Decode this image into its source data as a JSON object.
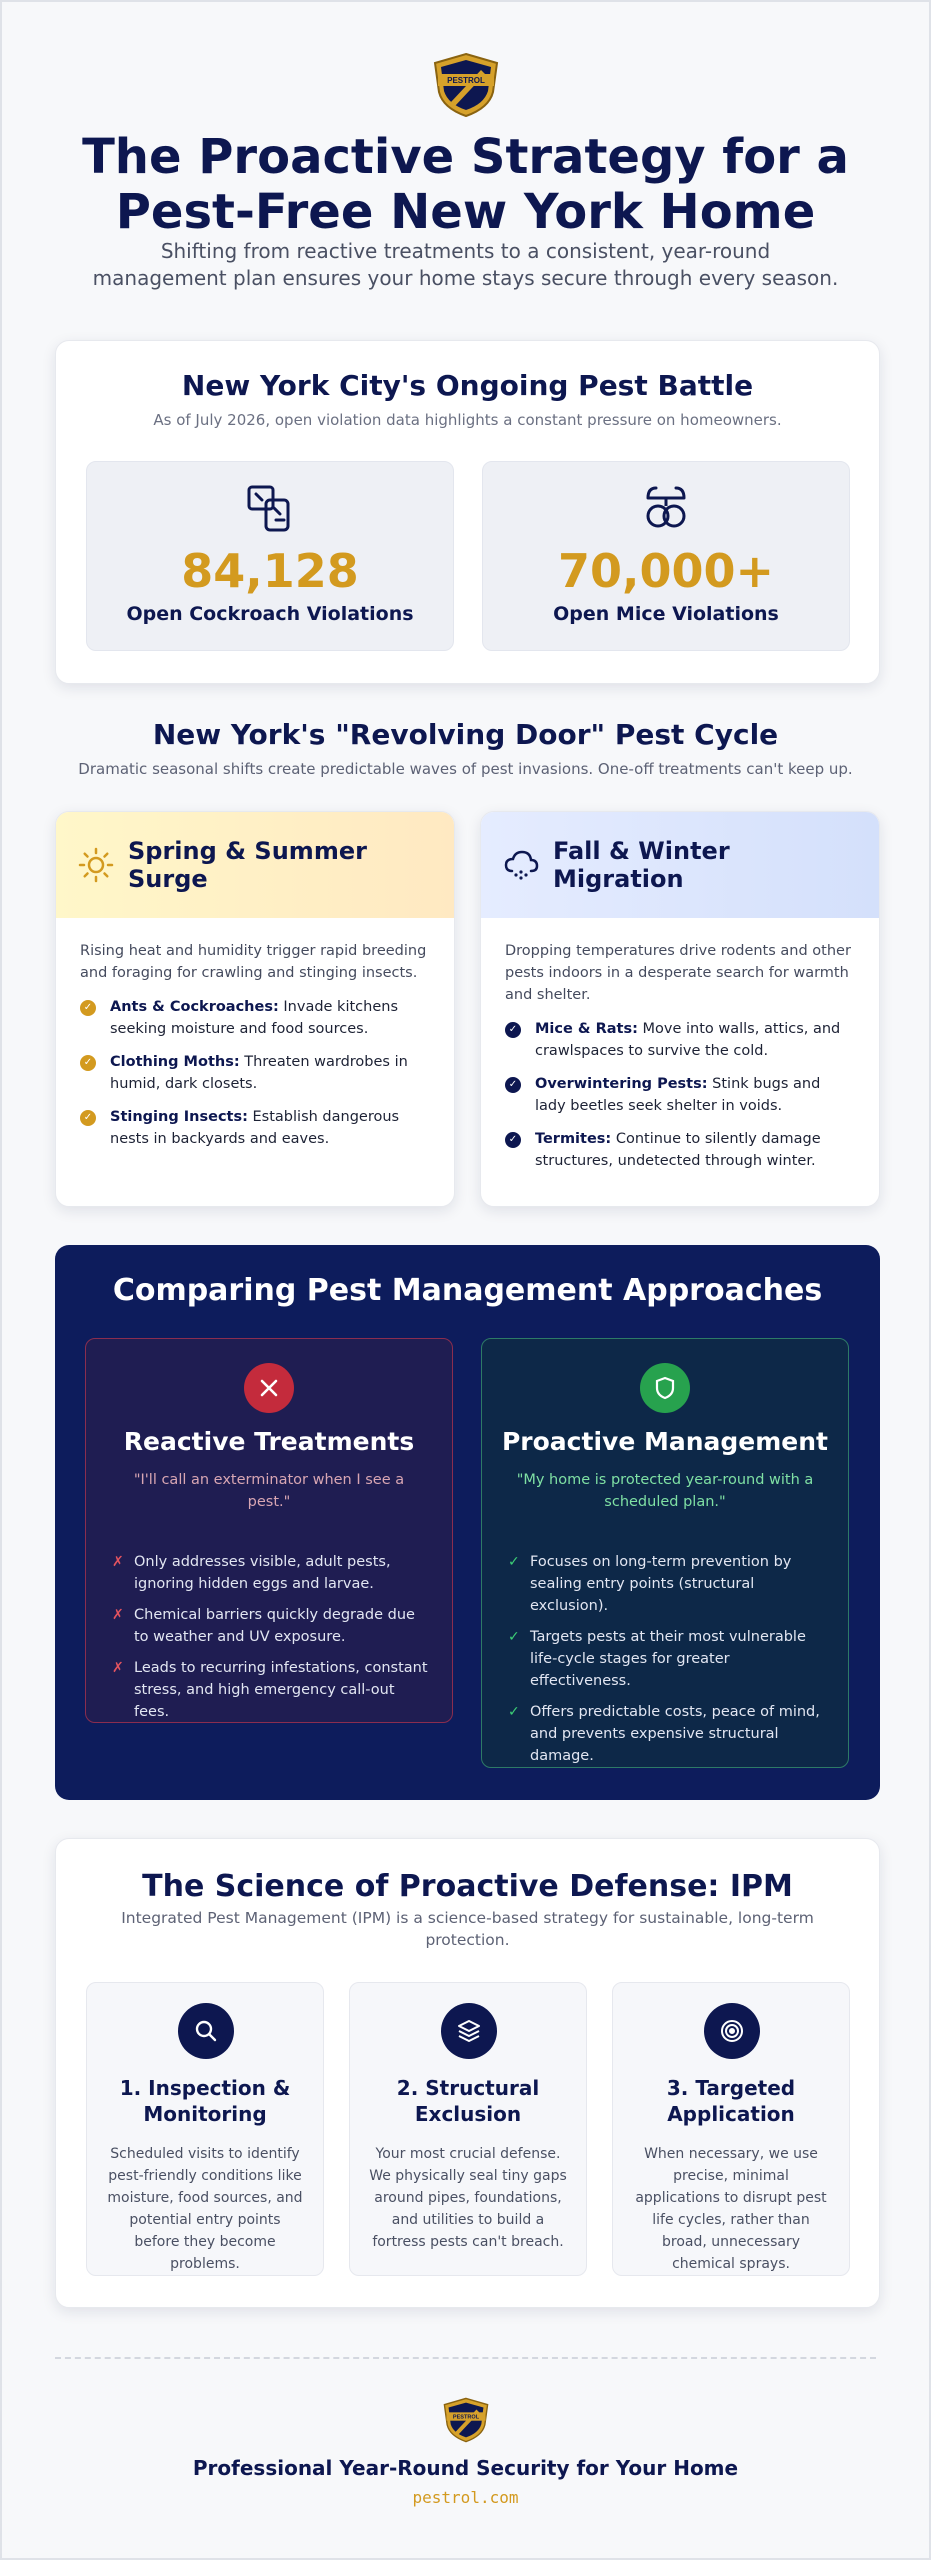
{
  "brand": {
    "logo_text": "PESTROL",
    "url": "pestrol.com",
    "tagline": "Professional Year-Round Security for Your Home"
  },
  "hero": {
    "title_line1": "The Proactive Strategy for a",
    "title_line2": "Pest-Free New York Home",
    "subtitle": "Shifting from reactive treatments to a consistent, year-round management plan ensures your home stays secure through every season."
  },
  "stats": {
    "title": "New York City's Ongoing Pest Battle",
    "subtitle": "As of July 2026, open violation data highlights a constant pressure on homeowners.",
    "items": [
      {
        "icon": "cockroach-icon",
        "value": "84,128",
        "label": "Open Cockroach Violations"
      },
      {
        "icon": "mouse-icon",
        "value": "70,000+",
        "label": "Open Mice Violations"
      }
    ]
  },
  "cycle": {
    "title": "New York's \"Revolving Door\" Pest Cycle",
    "subtitle": "Dramatic seasonal shifts create predictable waves of pest invasions. One-off treatments can't keep up.",
    "seasons": [
      {
        "icon": "sun-icon",
        "title": "Spring & Summer Surge",
        "accent": "#d39a1f",
        "intro": "Rising heat and humidity trigger rapid breeding and foraging for crawling and stinging insects.",
        "items": [
          {
            "name": "Ants & Cockroaches:",
            "text": "Invade kitchens seeking moisture and food sources."
          },
          {
            "name": "Clothing Moths:",
            "text": "Threaten wardrobes in humid, dark closets."
          },
          {
            "name": "Stinging Insects:",
            "text": "Establish dangerous nests in backyards and eaves."
          }
        ]
      },
      {
        "icon": "snow-cloud-icon",
        "title": "Fall & Winter Migration",
        "accent": "#0d1750",
        "intro": "Dropping temperatures drive rodents and other pests indoors in a desperate search for warmth and shelter.",
        "items": [
          {
            "name": "Mice & Rats:",
            "text": "Move into walls, attics, and crawlspaces to survive the cold."
          },
          {
            "name": "Overwintering Pests:",
            "text": "Stink bugs and lady beetles seek shelter in voids."
          },
          {
            "name": "Termites:",
            "text": "Continue to silently damage structures, undetected through winter."
          }
        ]
      }
    ]
  },
  "compare": {
    "title": "Comparing Pest Management Approaches",
    "reactive": {
      "title": "Reactive Treatments",
      "quote": "\"I'll call an exterminator when I see a pest.\"",
      "points": [
        "Only addresses visible, adult pests, ignoring hidden eggs and larvae.",
        "Chemical barriers quickly degrade due to weather and UV exposure.",
        "Leads to recurring infestations, constant stress, and high emergency call-out fees."
      ]
    },
    "proactive": {
      "title": "Proactive Management",
      "quote": "\"My home is protected year-round with a scheduled plan.\"",
      "points": [
        "Focuses on long-term prevention by sealing entry points (structural exclusion).",
        "Targets pests at their most vulnerable life-cycle stages for greater effectiveness.",
        "Offers predictable costs, peace of mind, and prevents expensive structural damage."
      ]
    }
  },
  "ipm": {
    "title": "The Science of Proactive Defense: IPM",
    "subtitle": "Integrated Pest Management (IPM) is a science-based strategy for sustainable, long-term protection.",
    "steps": [
      {
        "icon": "magnifier-icon",
        "title": "1. Inspection & Monitoring",
        "desc": "Scheduled visits to identify pest-friendly conditions like moisture, food sources, and potential entry points before they become problems."
      },
      {
        "icon": "layers-icon",
        "title": "2. Structural Exclusion",
        "desc": "Your most crucial defense. We physically seal tiny gaps around pipes, foundations, and utilities to build a fortress pests can't breach."
      },
      {
        "icon": "target-icon",
        "title": "3. Targeted Application",
        "desc": "When necessary, we use precise, minimal applications to disrupt pest life cycles, rather than broad, unnecessary chemical sprays."
      }
    ]
  }
}
